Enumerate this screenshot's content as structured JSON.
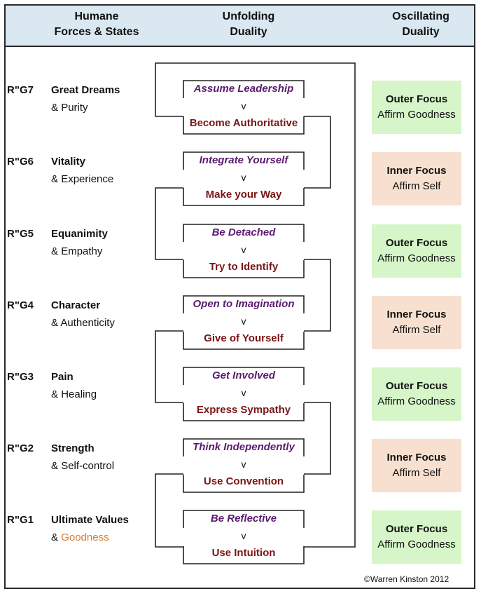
{
  "header": {
    "col1": [
      "Humane",
      "Forces & States"
    ],
    "col2": [
      "Unfolding",
      "Duality"
    ],
    "col3": [
      "Oscillating",
      "Duality"
    ]
  },
  "rows": [
    {
      "code": "R\"G7",
      "force": "Great Dreams",
      "state_prefix": "& ",
      "state": "Purity",
      "state_color": "",
      "top": "Assume Leadership",
      "v": "v",
      "bottom": "Become Authoritative",
      "focus": "Outer Focus",
      "affirm": "Affirm Goodness",
      "focus_color": "#d6f5c8"
    },
    {
      "code": "R\"G6",
      "force": "Vitality",
      "state_prefix": "& ",
      "state": "Experience",
      "state_color": "",
      "top": "Integrate Yourself",
      "v": "v",
      "bottom": "Make your Way",
      "focus": "Inner Focus",
      "affirm": "Affirm Self",
      "focus_color": "#f7e0cf"
    },
    {
      "code": "R\"G5",
      "force": "Equanimity",
      "state_prefix": "& ",
      "state": "Empathy",
      "state_color": "",
      "top": "Be Detached",
      "v": "v",
      "bottom": "Try to Identify",
      "focus": "Outer Focus",
      "affirm": "Affirm Goodness",
      "focus_color": "#d6f5c8"
    },
    {
      "code": "R\"G4",
      "force": "Character",
      "state_prefix": "& ",
      "state": "Authenticity",
      "state_color": "",
      "top": "Open to Imagination",
      "v": "v",
      "bottom": "Give of  Yourself",
      "focus": "Inner Focus",
      "affirm": "Affirm Self",
      "focus_color": "#f7e0cf"
    },
    {
      "code": "R\"G3",
      "force": "Pain",
      "state_prefix": "& ",
      "state": "Healing",
      "state_color": "",
      "top": "Get Involved",
      "v": "v",
      "bottom": "Express Sympathy",
      "focus": "Outer Focus",
      "affirm": "Affirm Goodness",
      "focus_color": "#d6f5c8"
    },
    {
      "code": "R\"G2",
      "force": "Strength",
      "state_prefix": "& ",
      "state": "Self-control",
      "state_color": "",
      "top": "Think Independently",
      "v": "v",
      "bottom": "Use Convention",
      "focus": "Inner Focus",
      "affirm": "Affirm Self",
      "focus_color": "#f7e0cf"
    },
    {
      "code": "R\"G1",
      "force": "Ultimate Values",
      "state_prefix": "& ",
      "state": "Goodness",
      "state_color": "#e07b2a",
      "top": "Be Reflective",
      "v": "v",
      "bottom": "Use Intuition",
      "focus": "Outer Focus",
      "affirm": "Affirm Goodness",
      "focus_color": "#d6f5c8"
    }
  ],
  "credit": "©Warren Kinston 2012"
}
